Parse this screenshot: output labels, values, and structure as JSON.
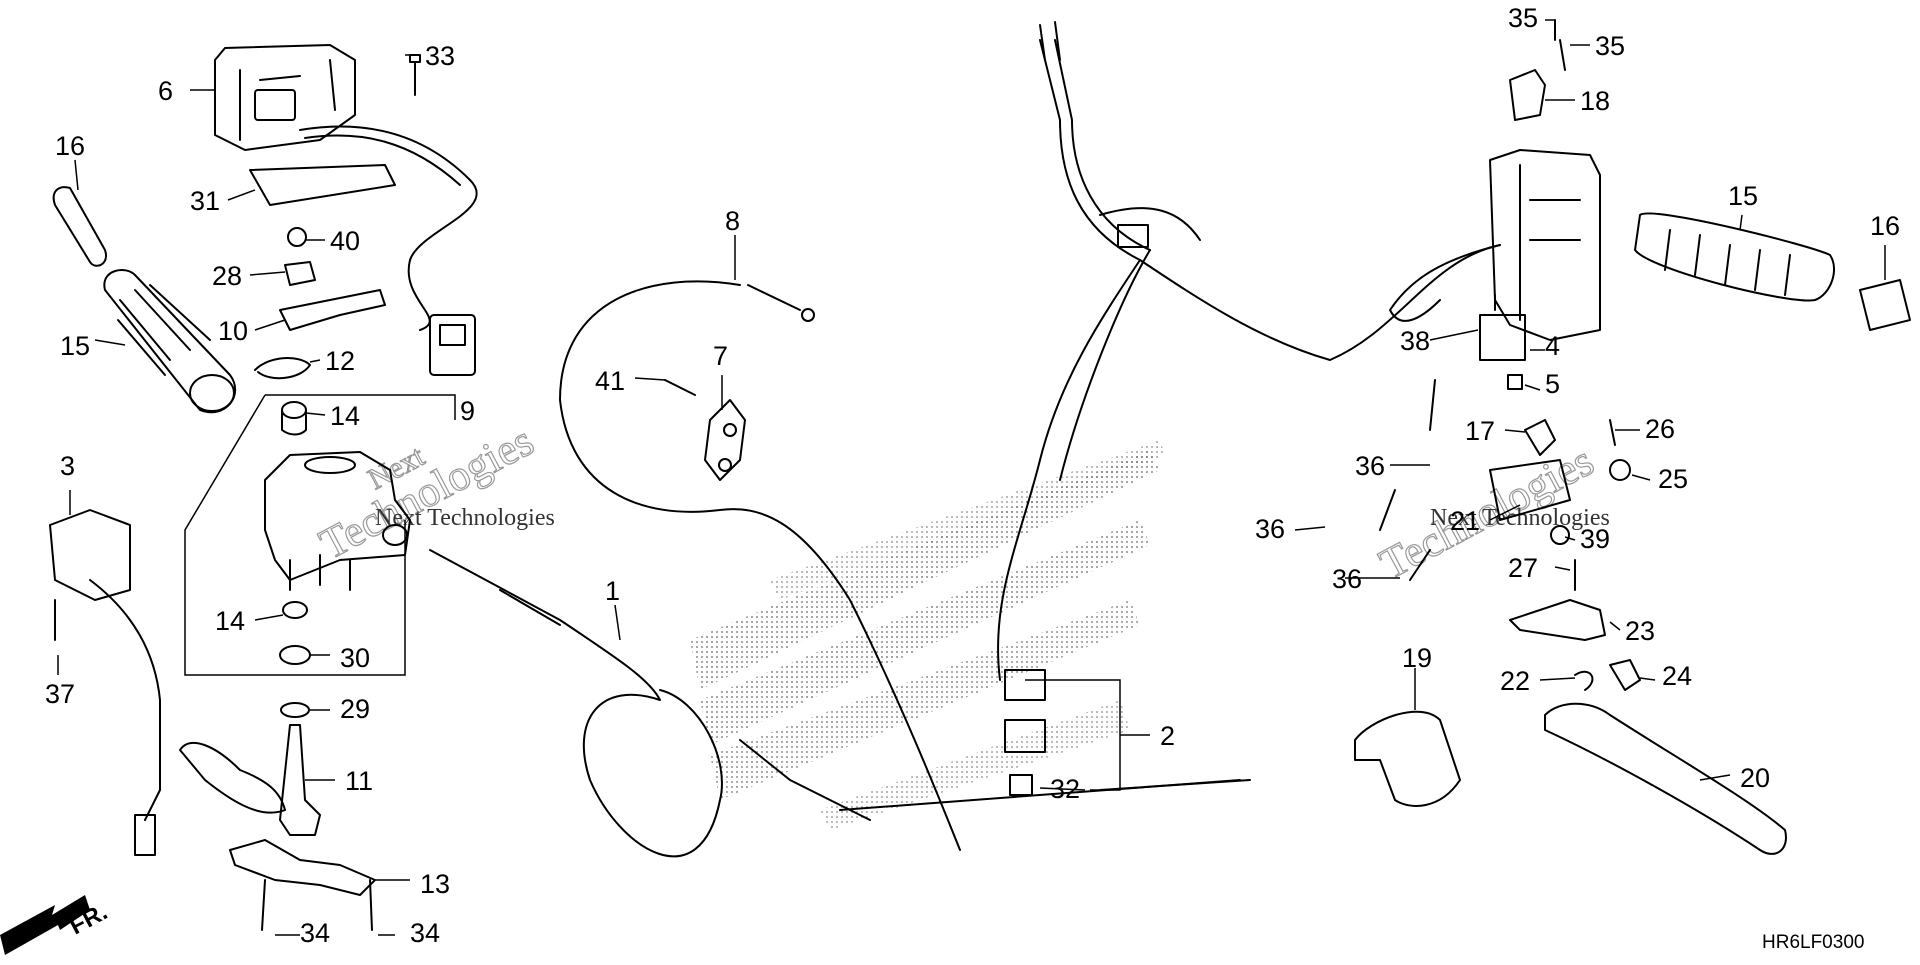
{
  "diagram": {
    "code": "HR6LF0300",
    "direction": "FR.",
    "watermark": [
      "Next",
      "Technologies",
      "Technologies"
    ]
  },
  "callouts": [
    {
      "id": "c1",
      "label": "1"
    },
    {
      "id": "c2",
      "label": "2"
    },
    {
      "id": "c3",
      "label": "3"
    },
    {
      "id": "c4",
      "label": "4"
    },
    {
      "id": "c5",
      "label": "5"
    },
    {
      "id": "c6",
      "label": "6"
    },
    {
      "id": "c7",
      "label": "7"
    },
    {
      "id": "c8",
      "label": "8"
    },
    {
      "id": "c9",
      "label": "9"
    },
    {
      "id": "c10",
      "label": "10"
    },
    {
      "id": "c11",
      "label": "11"
    },
    {
      "id": "c12",
      "label": "12"
    },
    {
      "id": "c13",
      "label": "13"
    },
    {
      "id": "c14a",
      "label": "14"
    },
    {
      "id": "c14b",
      "label": "14"
    },
    {
      "id": "c15a",
      "label": "15"
    },
    {
      "id": "c15b",
      "label": "15"
    },
    {
      "id": "c16a",
      "label": "16"
    },
    {
      "id": "c16b",
      "label": "16"
    },
    {
      "id": "c17",
      "label": "17"
    },
    {
      "id": "c18",
      "label": "18"
    },
    {
      "id": "c19",
      "label": "19"
    },
    {
      "id": "c20",
      "label": "20"
    },
    {
      "id": "c21",
      "label": "21"
    },
    {
      "id": "c22",
      "label": "22"
    },
    {
      "id": "c23",
      "label": "23"
    },
    {
      "id": "c24",
      "label": "24"
    },
    {
      "id": "c25",
      "label": "25"
    },
    {
      "id": "c26",
      "label": "26"
    },
    {
      "id": "c27",
      "label": "27"
    },
    {
      "id": "c28",
      "label": "28"
    },
    {
      "id": "c29",
      "label": "29"
    },
    {
      "id": "c30",
      "label": "30"
    },
    {
      "id": "c31",
      "label": "31"
    },
    {
      "id": "c32",
      "label": "32"
    },
    {
      "id": "c33",
      "label": "33"
    },
    {
      "id": "c34a",
      "label": "34"
    },
    {
      "id": "c34b",
      "label": "34"
    },
    {
      "id": "c35a",
      "label": "35"
    },
    {
      "id": "c35b",
      "label": "35"
    },
    {
      "id": "c36a",
      "label": "36"
    },
    {
      "id": "c36b",
      "label": "36"
    },
    {
      "id": "c36c",
      "label": "36"
    },
    {
      "id": "c37",
      "label": "37"
    },
    {
      "id": "c38",
      "label": "38"
    },
    {
      "id": "c39",
      "label": "39"
    },
    {
      "id": "c40",
      "label": "40"
    },
    {
      "id": "c41",
      "label": "41"
    }
  ]
}
